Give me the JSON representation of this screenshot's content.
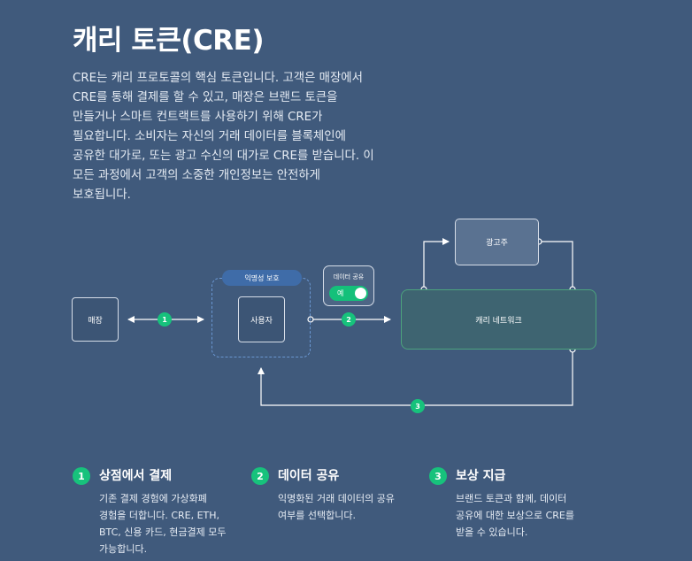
{
  "title": "캐리 토큰(CRE)",
  "description": [
    "CRE는 캐리 프로토콜의 핵심 토큰입니다. 고객은 매장에서",
    "CRE를 통해 결제를 할 수 있고, 매장은 브랜드 토큰을",
    "만들거나 스마트 컨트랙트를 사용하기 위해 CRE가",
    "필요합니다. 소비자는 자신의 거래 데이터를 블록체인에",
    "공유한 대가로, 또는 광고 수신의 대가로 CRE를 받습니다. 이",
    "모든 과정에서 고객의 소중한 개인정보는 안전하게",
    "보호됩니다."
  ],
  "diagram": {
    "store": "매장",
    "user": "사용자",
    "anonymity_tag": "익명성 보호",
    "data_sharing_label": "데이터 공유",
    "toggle_state": "예",
    "advertiser": "광고주",
    "network": "캐리 네트워크",
    "badges": [
      "1",
      "2",
      "3"
    ]
  },
  "steps": [
    {
      "num": "1",
      "title": "상점에서 결제",
      "lines": [
        "기존 결제 경험에 가상화폐",
        "경험을 더합니다. CRE, ETH,",
        "BTC, 신용 카드, 현금결제 모두",
        "가능합니다."
      ]
    },
    {
      "num": "2",
      "title": "데이터 공유",
      "lines": [
        "익명화된 거래 데이터의 공유",
        "여부를 선택합니다."
      ]
    },
    {
      "num": "3",
      "title": "보상 지급",
      "lines": [
        "브랜드 토큰과 함께, 데이터",
        "공유에 대한 보상으로 CRE를",
        "받을 수 있습니다."
      ]
    }
  ],
  "colors": {
    "background": "#405a7c",
    "accent_green": "#17c27c",
    "tag_blue": "#3f6ca8"
  }
}
